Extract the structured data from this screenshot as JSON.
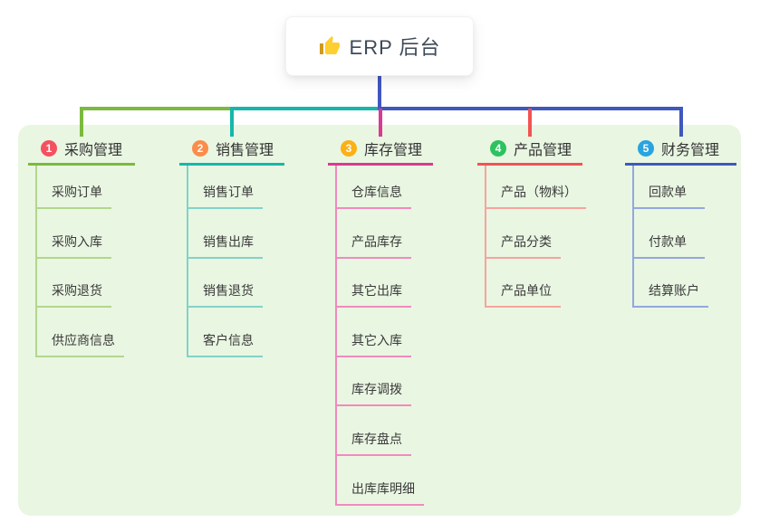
{
  "root": {
    "label": "ERP 后台",
    "icon": "thumbs-up"
  },
  "colors": {
    "page_bg": "#ffffff",
    "panel_bg": "#e9f6e2",
    "root_stem": "#4156c0",
    "root_text": "#3e4a59",
    "node_text": "#3a3a3a"
  },
  "branches": [
    {
      "number": "1",
      "label": "采购管理",
      "badge_color": "#f5515f",
      "line_color": "#7cb93e",
      "child_line_color": "#b2d78c",
      "children": [
        "采购订单",
        "采购入库",
        "采购退货",
        "供应商信息"
      ]
    },
    {
      "number": "2",
      "label": "销售管理",
      "badge_color": "#fb8c4a",
      "line_color": "#16b7aa",
      "child_line_color": "#82d3c8",
      "children": [
        "销售订单",
        "销售出库",
        "销售退货",
        "客户信息"
      ]
    },
    {
      "number": "3",
      "label": "库存管理",
      "badge_color": "#fbb016",
      "line_color": "#d93a92",
      "child_line_color": "#f18abd",
      "children": [
        "仓库信息",
        "产品库存",
        "其它出库",
        "其它入库",
        "库存调拨",
        "库存盘点",
        "出库库明细"
      ]
    },
    {
      "number": "4",
      "label": "产品管理",
      "badge_color": "#2dc25f",
      "line_color": "#f25352",
      "child_line_color": "#f8a39c",
      "children": [
        "产品（物料）",
        "产品分类",
        "产品单位"
      ]
    },
    {
      "number": "5",
      "label": "财务管理",
      "badge_color": "#28a4e0",
      "line_color": "#3f58bb",
      "child_line_color": "#92a8de",
      "children": [
        "回款单",
        "付款单",
        "结算账户"
      ]
    }
  ]
}
